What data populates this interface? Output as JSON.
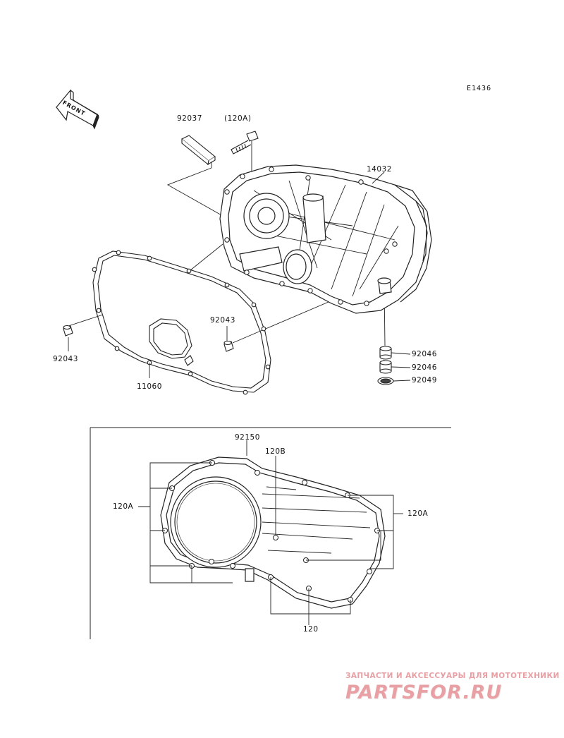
{
  "diagram_code": "E1436",
  "front_badge": "FRONT",
  "parts": {
    "p92037": "92037",
    "p120a_top": "(120A)",
    "p14032": "14032",
    "p92043_left": "92043",
    "p92043_center": "92043",
    "p11060": "11060",
    "p92046_a": "92046",
    "p92046_b": "92046",
    "p92049": "92049",
    "p92150": "92150",
    "p120b": "120B",
    "p120a_left": "120A",
    "p120a_right": "120A",
    "p120": "120"
  },
  "watermark": {
    "caption": "ЗАПЧАСТИ И АКСЕССУАРЫ ДЛЯ МОТОТЕХНИКИ",
    "logo": "PARTSFOR.RU",
    "color": "#e8a0a4"
  },
  "colors": {
    "line": "#222222",
    "background": "#ffffff"
  }
}
